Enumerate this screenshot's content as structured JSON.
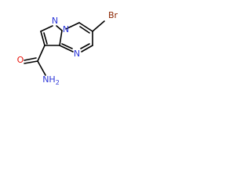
{
  "molecule": {
    "atoms": {
      "bromine": "Br",
      "ring_nitrogen_top": "N",
      "ring_nitrogen_fused": "N",
      "ring_nitrogen_bottom": "N",
      "carbonyl_oxygen": "O",
      "amide_nitrogen": "NH2"
    },
    "colors": {
      "bond": "#000000",
      "bromine": "#8B2500",
      "nitrogen": "#2B35D8",
      "oxygen": "#E8140C"
    }
  }
}
